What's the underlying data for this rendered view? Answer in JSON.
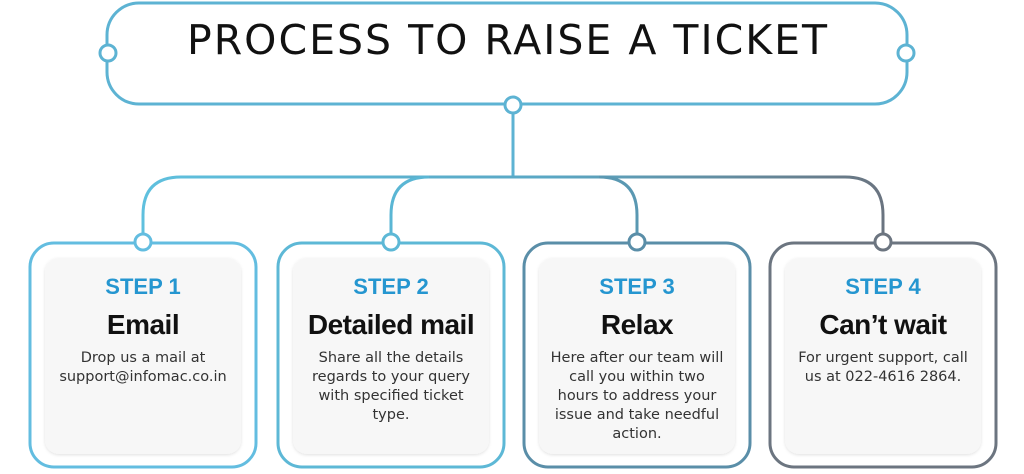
{
  "title": "PROCESS TO RAISE A TICKET",
  "colors": {
    "title_border": "#5db3d3",
    "step_label": "#2596d0",
    "step1_border": "#63bde0",
    "step2_border": "#5db8d6",
    "step3_border": "#5a8ea8",
    "step4_border": "#6c7580"
  },
  "steps": [
    {
      "label": "STEP 1",
      "title": "Email",
      "description": "Drop us a mail at support@infomac.co.in"
    },
    {
      "label": "STEP 2",
      "title": "Detailed mail",
      "description": "Share all the details regards to your query with specified ticket type."
    },
    {
      "label": "STEP 3",
      "title": "Relax",
      "description": "Here after our team will call you within two hours to address your issue and take needful action."
    },
    {
      "label": "STEP 4",
      "title": "Can’t wait",
      "description": "For urgent support, call us at 022-4616 2864."
    }
  ]
}
